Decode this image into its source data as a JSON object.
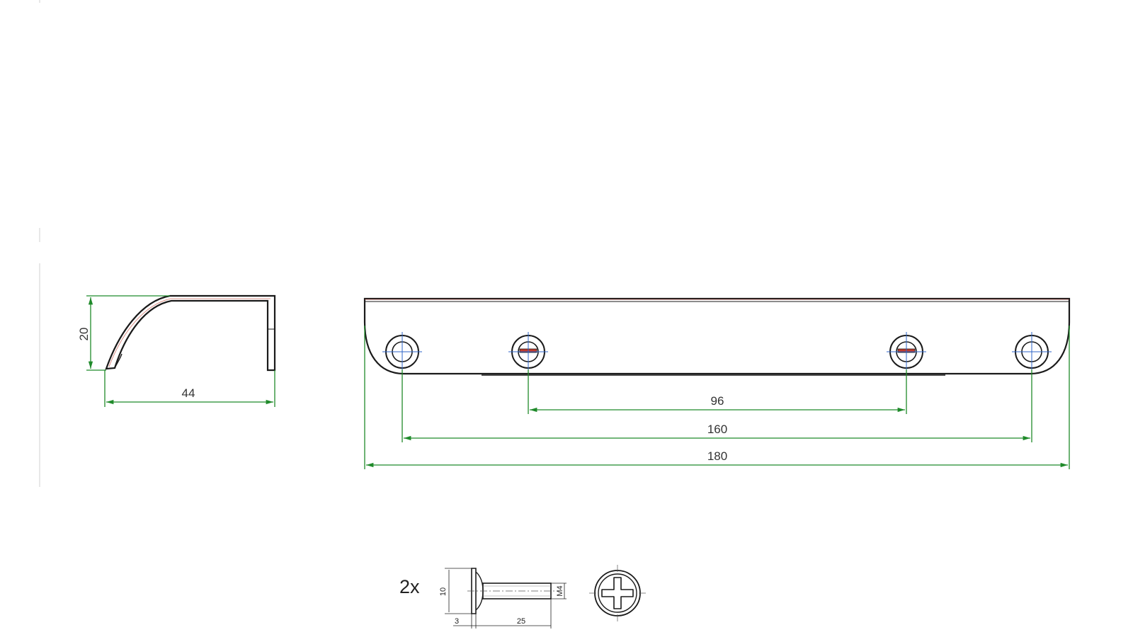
{
  "colors": {
    "outline": "#1a1a1a",
    "dimension": "#1f8a2a",
    "centerline": "#2f66c8",
    "accent": "#c0392b"
  },
  "side_view": {
    "height_label": "20",
    "width_label": "44"
  },
  "front_view": {
    "dim_inner_label": "96",
    "dim_middle_label": "160",
    "dim_overall_label": "180"
  },
  "screw": {
    "quantity_label": "2x",
    "head_diameter_label": "10",
    "thread_label": "M4",
    "head_thickness_label": "3",
    "shank_length_label": "25"
  },
  "icons": {
    "screw_head": "phillips-screw-head-icon",
    "mounting_hole": "mounting-hole-icon"
  }
}
